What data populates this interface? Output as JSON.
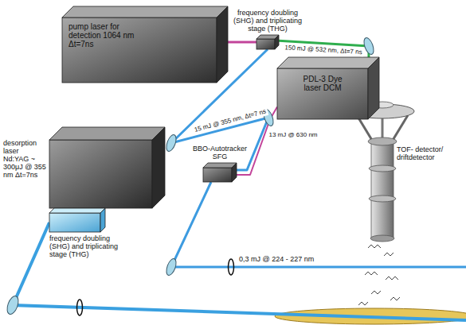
{
  "diagram": {
    "nodes": [
      {
        "text": [
          "pump laser for detection 1064 nm Δt=7ns"
        ]
      },
      {
        "text": [
          "frequency doubling (SHG) and triplicating stage (THG)"
        ]
      },
      {
        "text": [
          "PDL-3 Dye laser DCM"
        ]
      },
      {
        "text": [
          "desorption laser Nd:YAG ~ 300μJ @ 355 nm Δt=7ns"
        ]
      },
      {
        "text": [
          "frequency doubling (SHG) and triplicating stage (THG)"
        ]
      },
      {
        "text": [
          "BBO-Autotracker SFG"
        ]
      }
    ],
    "edges": [
      {
        "from": 0,
        "to": 1,
        "arrow": "none"
      },
      {
        "from": 1,
        "to": 2,
        "label": "150 mJ @ 532 nm, Δt=7 ns",
        "arrow": "none"
      },
      {
        "from": 1,
        "to": 5,
        "label": "15 mJ @ 355 nm, Δt=7 ns",
        "arrow": "none"
      },
      {
        "from": 2,
        "to": 5,
        "label": "13 mJ @ 630 nm",
        "arrow": "none"
      }
    ],
    "labels": [
      "TOF- detector/ driftdetector",
      "0,3 mJ @ 224 - 227 nm"
    ]
  }
}
